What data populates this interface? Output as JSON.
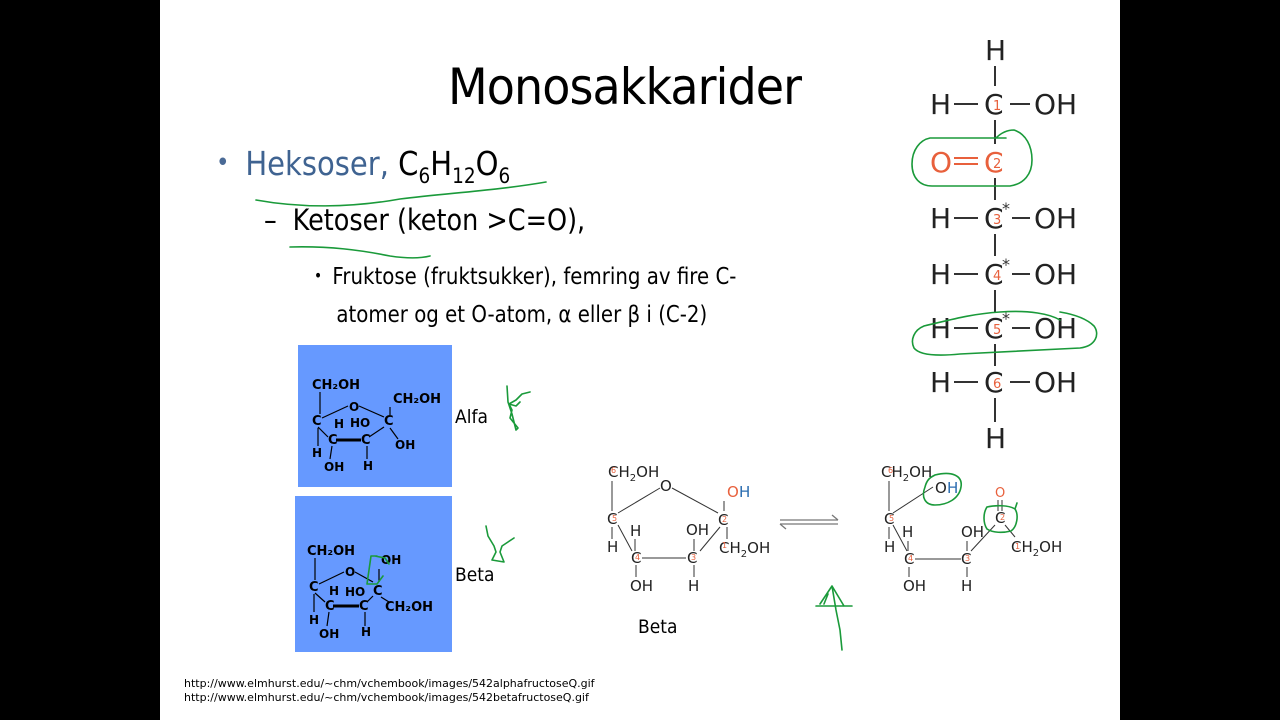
{
  "slide": {
    "title": "Monosakkarider",
    "bullets": {
      "level1": {
        "marker": "•",
        "highlight": "Heksoser,",
        "formula_parts": [
          "C",
          "6",
          "H",
          "12",
          "O",
          "6"
        ]
      },
      "level2": {
        "marker": "–",
        "text": "Ketoser (keton >C=O),"
      },
      "level3": {
        "marker": "•",
        "line1": "Fruktose (fruktsukker), femring av fire C-",
        "line2": "atomer og et O-atom, α eller β i (C-2)"
      }
    },
    "figures": {
      "alpha_label": "Alfa",
      "beta_label": "Beta",
      "beta_ring_label": "Beta"
    },
    "fischer_projection": {
      "rows": [
        {
          "left": "",
          "center": "H",
          "right": "",
          "num": ""
        },
        {
          "left": "H",
          "center": "C",
          "right": "OH",
          "num": "1",
          "star": false
        },
        {
          "left": "O",
          "center": "C",
          "right": "",
          "num": "2",
          "double_bond": true
        },
        {
          "left": "H",
          "center": "C",
          "right": "OH",
          "num": "3",
          "star": true
        },
        {
          "left": "H",
          "center": "C",
          "right": "OH",
          "num": "4",
          "star": true
        },
        {
          "left": "H",
          "center": "C",
          "right": "OH",
          "num": "5",
          "star": true
        },
        {
          "left": "H",
          "center": "C",
          "right": "OH",
          "num": "6",
          "star": false
        },
        {
          "left": "",
          "center": "H",
          "right": "",
          "num": ""
        }
      ]
    },
    "references": [
      "http://www.elmhurst.edu/~chm/vchembook/images/542alphafructoseQ.gif",
      "http://www.elmhurst.edu/~chm/vchembook/images/542betafructoseQ.gif"
    ],
    "colors": {
      "background": "#ffffff",
      "letterbox": "#000000",
      "heading_accent": "#3f6391",
      "figure_box": "#6699ff",
      "annotation_ink": "#1a9a3a",
      "carbon_number": "#e8603c",
      "hydroxyl_blue": "#2a6cb0"
    }
  }
}
